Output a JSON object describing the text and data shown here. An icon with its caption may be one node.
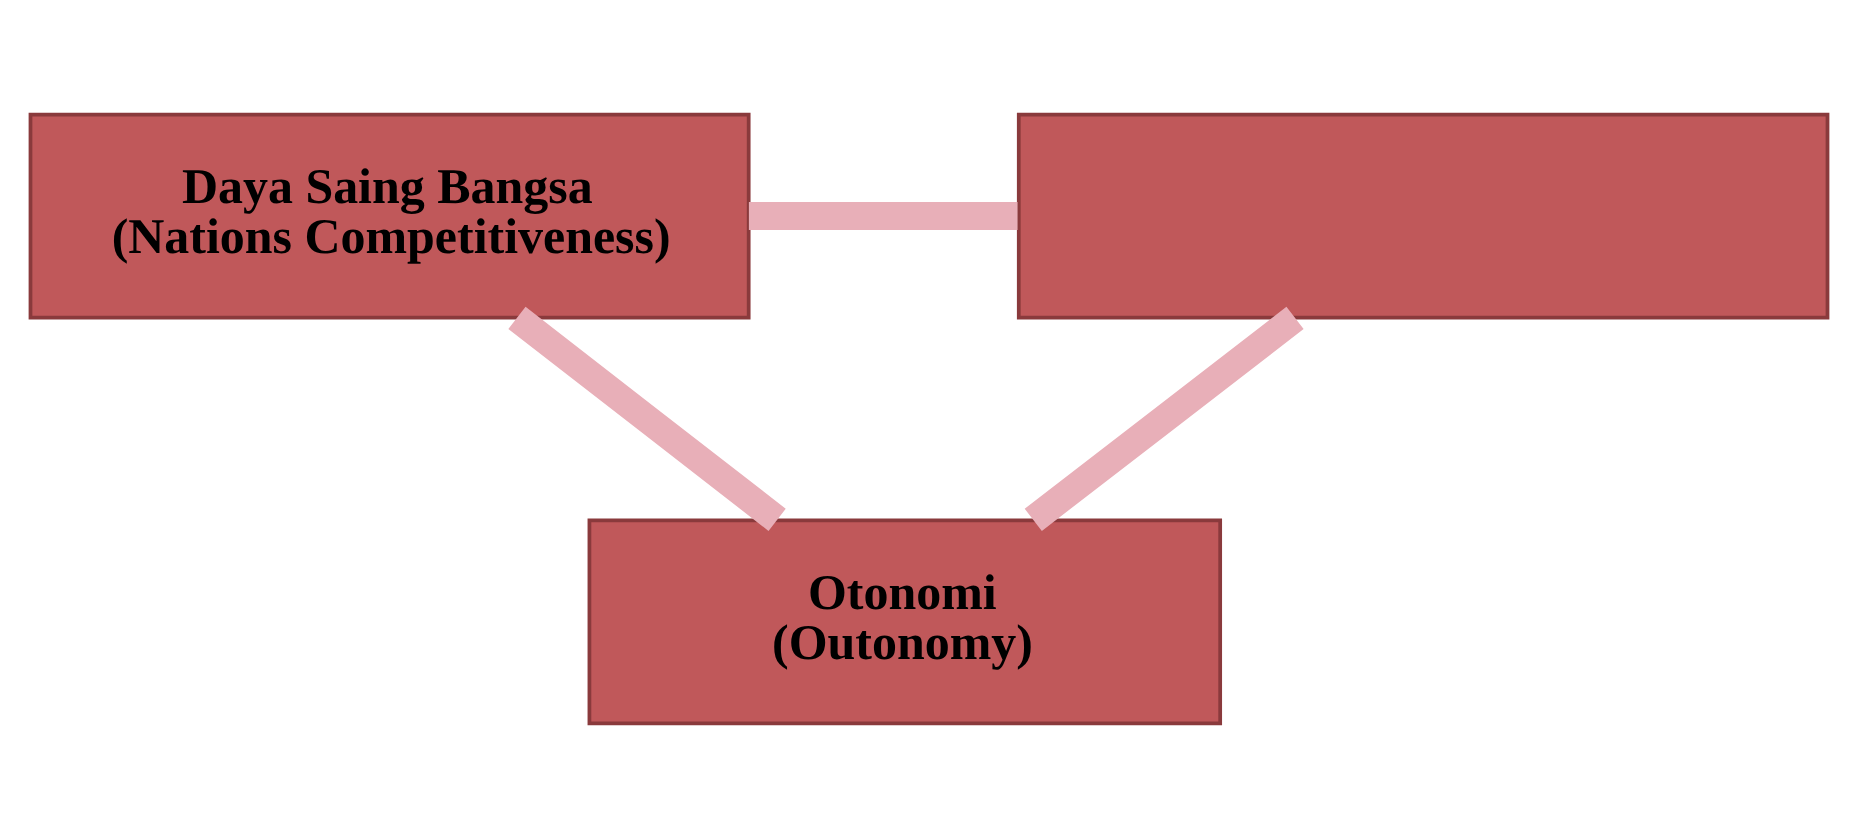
{
  "diagram": {
    "nodes": [
      {
        "text": [
          "Daya Saing Bangsa (Nations Competitiveness)"
        ]
      },
      {
        "text": [],
        "shape": "box"
      },
      {
        "text": [
          "Otonomi (Outonomy)"
        ]
      }
    ],
    "edges": [
      {
        "from": 0,
        "to": 1,
        "arrow": "none"
      },
      {
        "from": 0,
        "to": 2,
        "arrow": "none"
      },
      {
        "from": 1,
        "to": 2,
        "arrow": "none"
      }
    ]
  }
}
